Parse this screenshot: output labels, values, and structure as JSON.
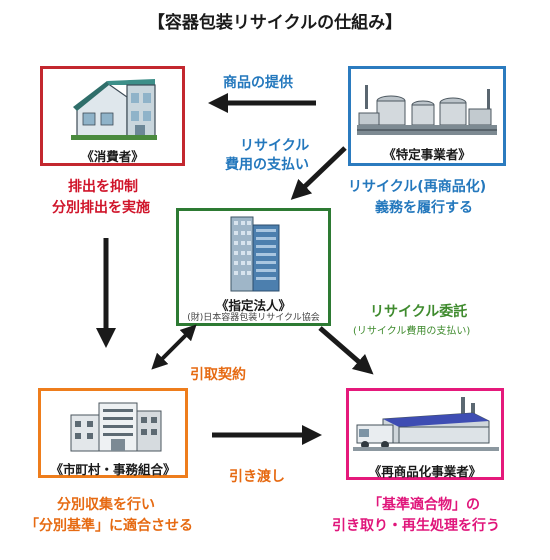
{
  "title": "【容器包装リサイクルの仕組み】",
  "nodes": {
    "consumer": {
      "label": "《消費者》",
      "color": "#c3272f"
    },
    "business": {
      "label": "《特定事業者》",
      "color": "#2b7bbf"
    },
    "designated": {
      "label": "《指定法人》",
      "sublabel": "(財)日本容器包装リサイクル協会",
      "color": "#2d7a33"
    },
    "municipality": {
      "label": "《市町村・事務組合》",
      "color": "#ee7d1c"
    },
    "recycler": {
      "label": "《再商品化事業者》",
      "color": "#e5197b"
    }
  },
  "flows": {
    "product_supply": "商品の提供",
    "recycling_cost": [
      "リサイクル",
      "費用の支払い"
    ],
    "recycling_entrust": "リサイクル委託",
    "recycling_entrust_note": "(リサイクル費用の支払い)",
    "pickup_contract": "引取契約",
    "handover": "引き渡し"
  },
  "roles": {
    "consumer": [
      "排出を抑制",
      "分別排出を実施"
    ],
    "business": [
      "リサイクル(再商品化)",
      "義務を履行する"
    ],
    "municipality": [
      "分別収集を行い",
      "「分別基準」に適合させる"
    ],
    "recycler": [
      "「基準適合物」の",
      "引き取り・再生処理を行う"
    ]
  }
}
